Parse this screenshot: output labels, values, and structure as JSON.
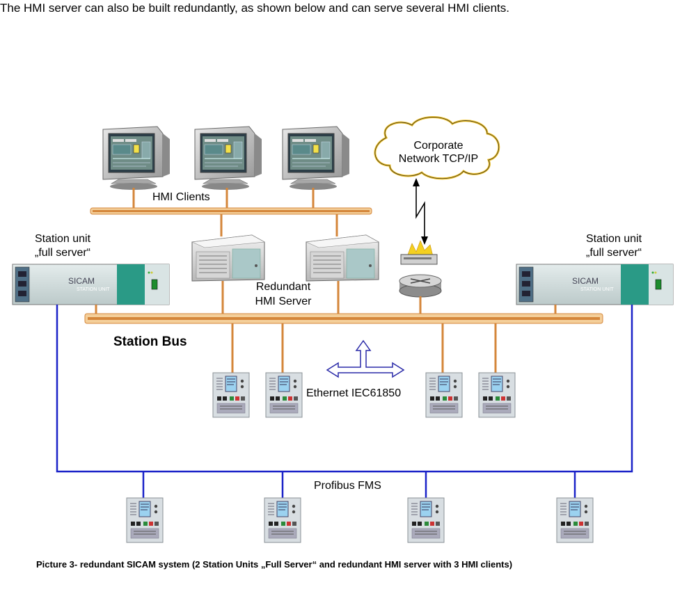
{
  "intro_text": "The HMI server can also be built redundantly, as shown below and can serve several HMI clients.",
  "labels": {
    "cloud_line1": "Corporate",
    "cloud_line2": "Network TCP/IP",
    "hmi_clients": "HMI Clients",
    "station_unit_left_line1": "Station unit",
    "station_unit_left_line2": "„full server“",
    "station_unit_right_line1": "Station unit",
    "station_unit_right_line2": "„full server“",
    "redundant_line1": "Redundant",
    "redundant_line2": "HMI Server",
    "station_bus": "Station Bus",
    "ethernet": "Ethernet IEC61850",
    "profibus": "Profibus FMS"
  },
  "station_unit_panel_text": "SICAM",
  "station_unit_panel_subtext": "STATION UNIT",
  "caption": "Picture 3- redundant SICAM system (2 Station Units „Full Server“ and redundant HMI server with 3 HMI clients)",
  "colors": {
    "bus_orange": "#d4863a",
    "bus_fill": "#f4cf9a",
    "profibus_blue": "#1a22c8",
    "arrow_blue": "#2a2aa8",
    "unit_teal": "#2a9a86"
  }
}
